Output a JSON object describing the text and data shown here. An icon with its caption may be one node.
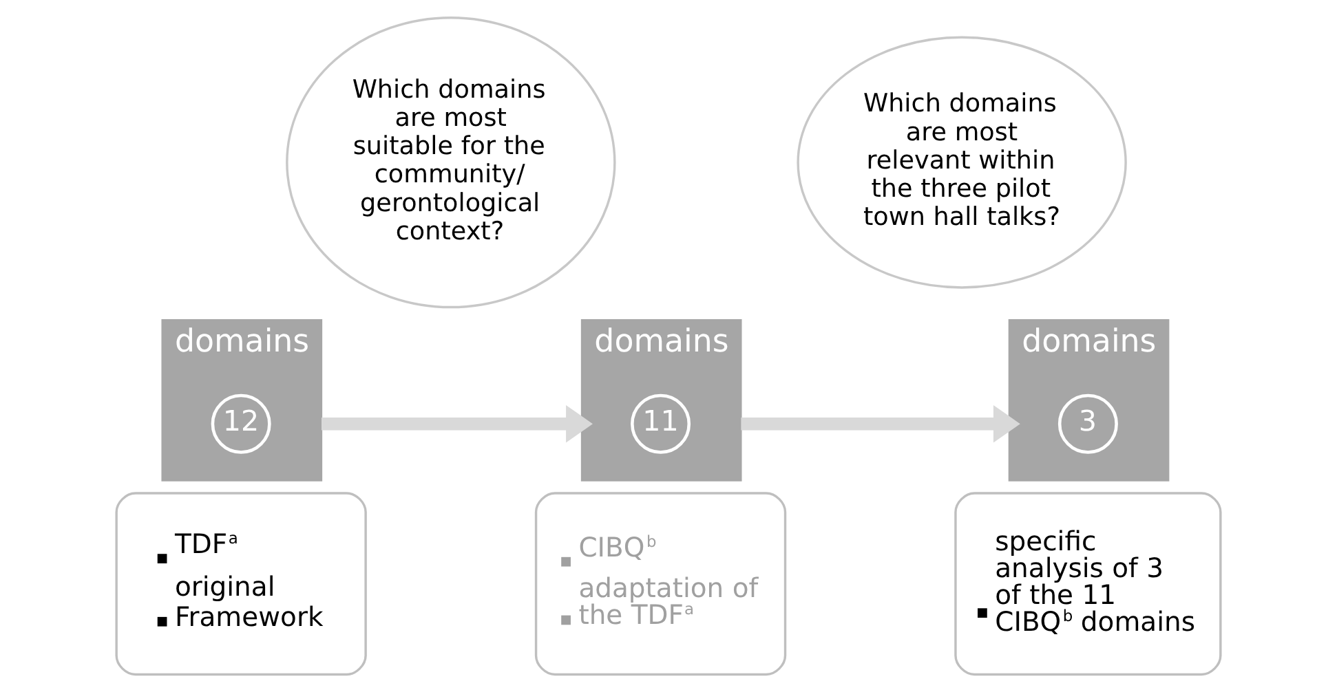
{
  "diagram": {
    "nodes": [
      {
        "text": [
          "Which domains are most suitable for the community/ gerontological context?"
        ]
      },
      {
        "text": [
          "Which domains are most relevant within the three pilot town hall talks?"
        ]
      },
      {
        "text": [
          "domains"
        ]
      },
      {
        "text": [
          "12"
        ],
        "in": 2
      },
      {
        "text": [
          "TDF$^{a}$",
          "original Framework"
        ]
      },
      {
        "text": [
          "domains"
        ]
      },
      {
        "text": [
          "11"
        ],
        "in": 5
      },
      {
        "text": [
          "CIBQ$^{b}$",
          "adaptation of the TDF$^{a}$"
        ]
      },
      {
        "text": [
          "domains"
        ]
      },
      {
        "text": [
          "3"
        ],
        "in": 8
      },
      {
        "text": [
          "specific analysis of 3 of the 11 CIBQ$^{b}$ domains"
        ]
      }
    ],
    "edges": [
      {
        "from": 2,
        "to": 5,
        "arrow": "to"
      },
      {
        "from": 5,
        "to": 8,
        "arrow": "to"
      }
    ]
  }
}
